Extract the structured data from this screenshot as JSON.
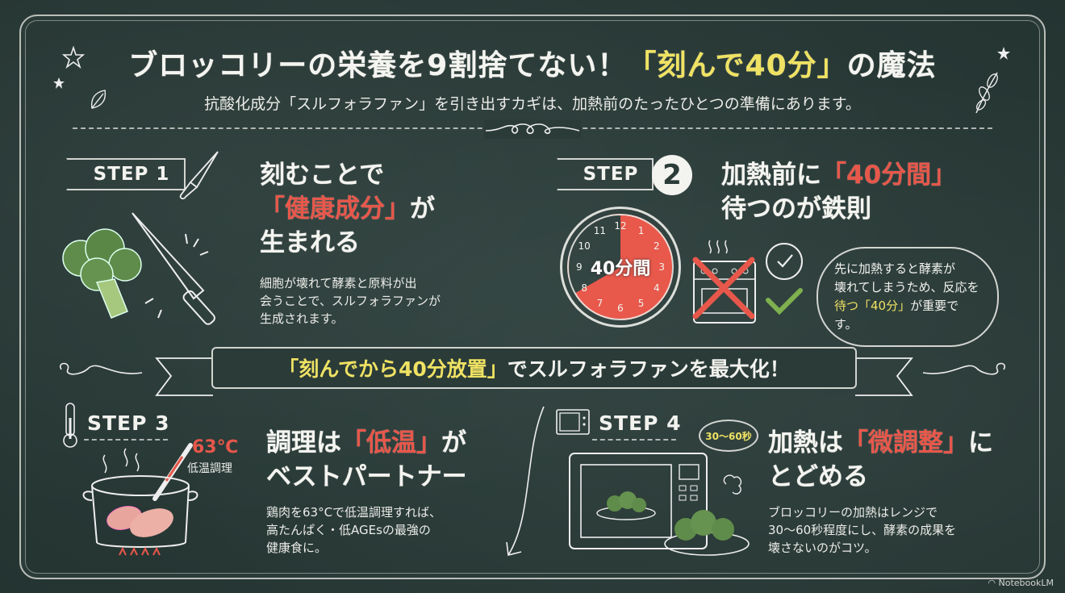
{
  "header": {
    "title_pre": "ブロッコリーの栄養を9割捨てない！",
    "title_highlight": "「刻んで40分」",
    "title_post": "の魔法",
    "subtitle": "抗酸化成分「スルフォラファン」を引き出すカギは、加熱前のたったひとつの準備にあります。"
  },
  "steps": [
    {
      "label": "STEP 1",
      "heading_line1": "刻むことで",
      "heading_highlight": "「健康成分」",
      "heading_after_highlight": "が",
      "heading_line3": "生まれる",
      "body": [
        "細胞が壊れて酵素と原料が出",
        "会うことで、スルフォラファンが",
        "生成されます。"
      ]
    },
    {
      "label": "STEP",
      "number": "2",
      "heading_pre": "加熱前に",
      "heading_highlight": "「40分間」",
      "heading_line2": "待つのが鉄則",
      "clock_label": "40分間",
      "clock_numbers": [
        "12",
        "1",
        "2",
        "3",
        "4",
        "5",
        "6",
        "7",
        "8",
        "9",
        "10",
        "11"
      ],
      "cloud_lines": [
        "先に加熱すると酵素が",
        "壊れてしまうため、反応を"
      ],
      "cloud_highlight": "待つ「40分」",
      "cloud_tail": "が重要です。"
    },
    {
      "label": "STEP 3",
      "temp": "63℃",
      "temp_sub": "低温調理",
      "heading_pre": "調理は",
      "heading_highlight": "「低温」",
      "heading_post": "が",
      "heading_line2": "ベストパートナー",
      "body": [
        "鶏肉を63°Cで低温調理すれば、",
        "高たんぱく・低AGEsの最強の",
        "健康食に。"
      ]
    },
    {
      "label": "STEP 4",
      "bubble": "30〜60秒",
      "heading_pre": "加熱は",
      "heading_highlight": "「微調整」",
      "heading_post": "に",
      "heading_line2": "とどめる",
      "body": [
        "ブロッコリーの加熱はレンジで",
        "30〜60秒程度にし、酵素の成果を",
        "壊さないのがコツ。"
      ]
    }
  ],
  "banner": {
    "highlight": "「刻んでから40分放置」",
    "text": "でスルフォラファンを最大化！"
  },
  "colors": {
    "background": "#2a3b38",
    "chalk_white": "#f2f2ee",
    "accent_red": "#e7574a",
    "accent_yellow": "#efe263",
    "check_green": "#7fb04f",
    "broccoli_green": "#5f8c4a"
  },
  "watermark": "NotebookLM"
}
